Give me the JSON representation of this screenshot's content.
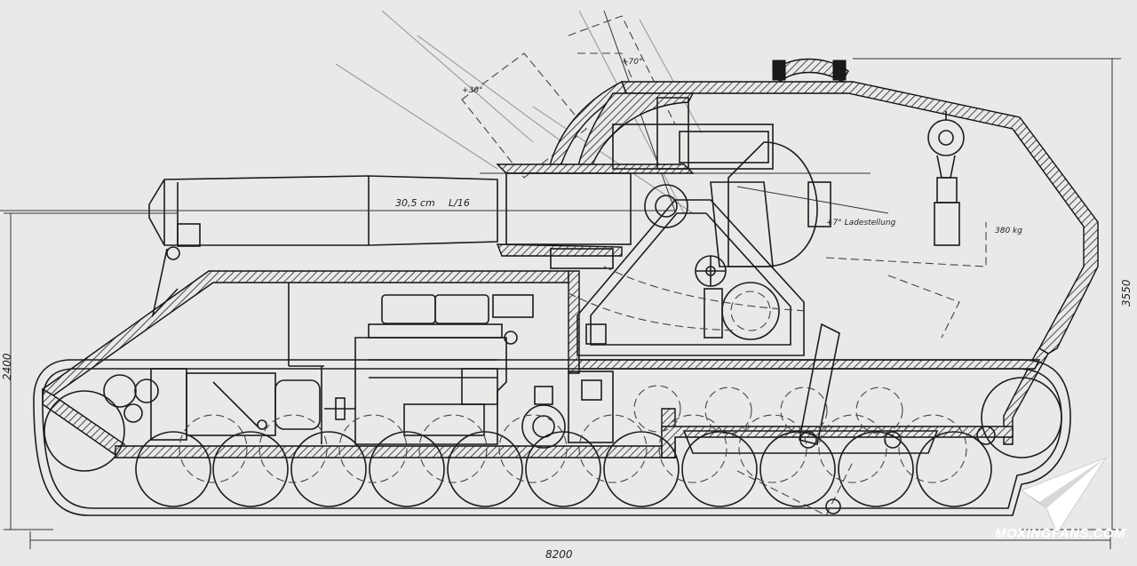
{
  "labels": {
    "gun_caliber": "30,5 cm",
    "gun_length": "L/16",
    "elevation_high": "+70°",
    "elevation_low": "+30°",
    "loading_position": "+7° Ladestellung",
    "weight": "380 kg"
  },
  "dimensions": {
    "overall_length": "8200",
    "overall_height": "3550",
    "hull_height": "2400"
  },
  "watermark": {
    "text": "MOXINGFANS.COM",
    "icon": "paper-plane-icon"
  },
  "colors": {
    "paper": "#e9e9e7",
    "ink": "#1c1c1c"
  }
}
